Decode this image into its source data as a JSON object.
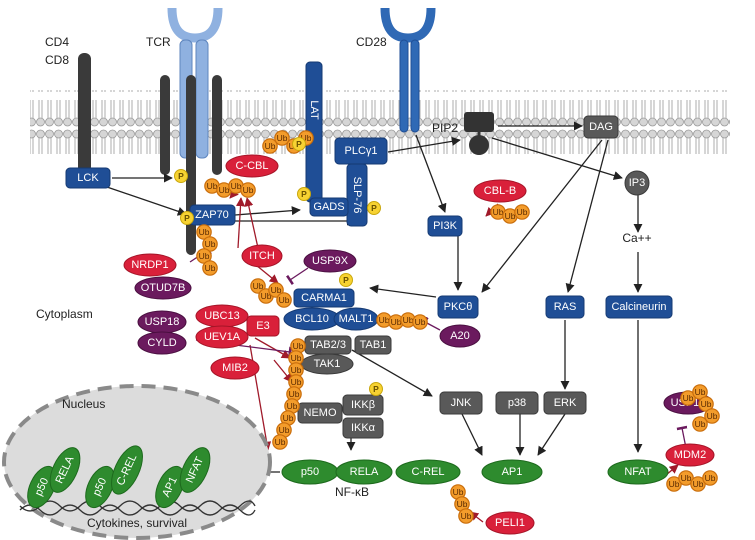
{
  "labels": {
    "cd4": "CD4",
    "cd8": "CD8",
    "tcr": "TCR",
    "cd28": "CD28",
    "pip2": "PIP2",
    "cytoplasm": "Cytoplasm",
    "nucleus": "Nucleus",
    "cytokines": "Cytokines, survival",
    "nfkb": "NF-κB",
    "ca": "Ca++"
  },
  "blue": {
    "lck": "LCK",
    "zap70": "ZAP70",
    "lat": "LAT",
    "plcg1": "PLCγ1",
    "slp76": "SLP-76",
    "gads": "GADS",
    "pi3k": "PI3K",
    "carma1": "CARMA1",
    "bcl10": "BCL10",
    "malt1": "MALT1",
    "pkct": "PKCθ",
    "ras": "RAS",
    "calcineurin": "Calcineurin"
  },
  "gray": {
    "dag": "DAG",
    "ip3": "IP3",
    "tab23": "TAB2/3",
    "tab1": "TAB1",
    "tak1": "TAK1",
    "nemo": "NEMO",
    "ikkb": "IKKβ",
    "ikka": "IKKα",
    "jnk": "JNK",
    "p38": "p38",
    "erk": "ERK"
  },
  "green": {
    "p50": "p50",
    "rela": "RELA",
    "crel": "C-REL",
    "ap1": "AP1",
    "nfat": "NFAT",
    "n_p50a": "p50",
    "n_rela": "RELA",
    "n_p50b": "p50",
    "n_crel": "C-REL",
    "n_ap1": "AP1",
    "n_nfat": "NFAT"
  },
  "red": {
    "ccbl": "C-CBL",
    "cblb": "CBL-B",
    "nrdp1": "NRDP1",
    "itch": "ITCH",
    "ubc13": "UBC13",
    "e3": "E3",
    "uev1a": "UEV1A",
    "mib2": "MIB2",
    "mdm2": "MDM2",
    "peli1": "PELI1"
  },
  "purple": {
    "usp9x": "USP9X",
    "otud7b": "OTUD7B",
    "usp18": "USP18",
    "cyld": "CYLD",
    "a20": "A20",
    "usp15": "USP15"
  },
  "ub": "Ub",
  "p": "P"
}
